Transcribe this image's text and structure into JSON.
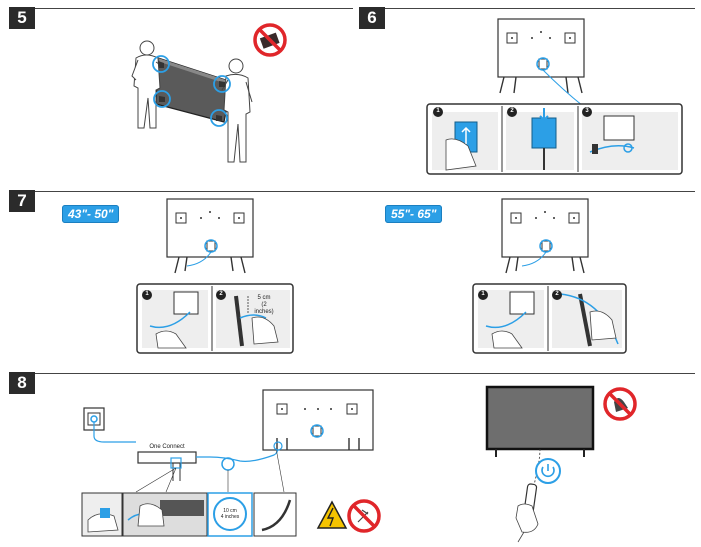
{
  "steps": [
    "5",
    "6",
    "7",
    "8"
  ],
  "step7": {
    "size_small": "43\"- 50\"",
    "size_large": "55\"- 65\"",
    "distance_label": "5 cm",
    "distance_label_inches": "(2 inches)"
  },
  "step8": {
    "box_label": "One Connect",
    "cable_length": "10 cm",
    "cable_length_inches": "4 inches"
  },
  "callouts": [
    "1",
    "2",
    "3"
  ],
  "colors": {
    "accent": "#2c9fe6",
    "prohibit": "#e0262a",
    "dark": "#2b2b2b",
    "screen": "#6e6e6e"
  },
  "icons": [
    "no-lay-face-down-icon",
    "no-pull-cable-icon",
    "electric-hazard-icon",
    "no-remove-cover-icon",
    "power-button-icon"
  ]
}
